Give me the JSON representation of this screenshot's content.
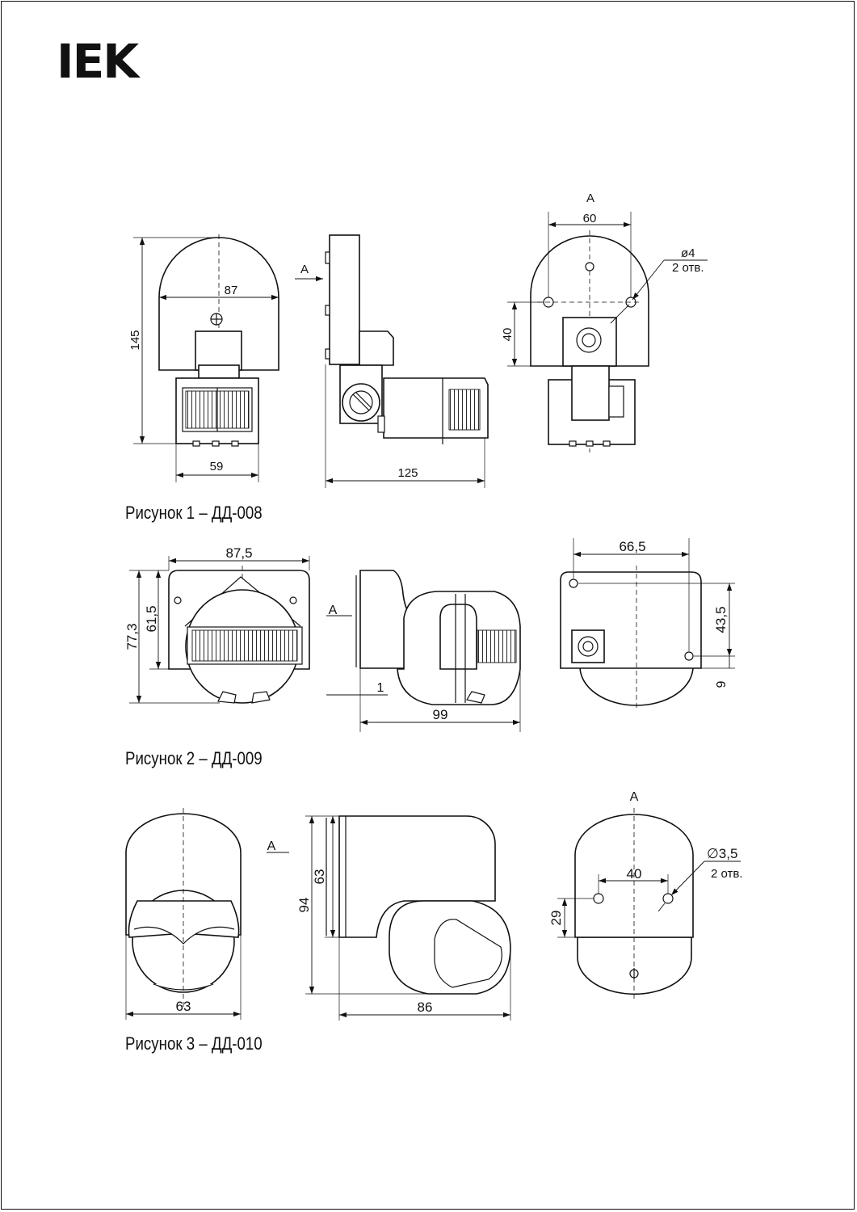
{
  "brand": {
    "logo_text": "IEK"
  },
  "figures": [
    {
      "caption": "Рисунок 1 – ДД-008",
      "view_label": "A",
      "view_mark": "A",
      "dims": {
        "height": "145",
        "width_top": "87",
        "width_base": "59",
        "depth": "125",
        "hole_spacing": "60",
        "hole_offset": "40",
        "hole_spec": "ø4",
        "hole_count": "2 отв."
      }
    },
    {
      "caption": "Рисунок 2 – ДД-009",
      "view_mark": "A",
      "dims": {
        "width": "87,5",
        "height_total": "77,3",
        "height_inner": "61,5",
        "gap": "1",
        "depth": "99",
        "hole_spacing": "66,5",
        "hole_offset": "43,5",
        "bottom": "9"
      }
    },
    {
      "caption": "Рисунок 3 – ДД-010",
      "view_label": "A",
      "view_mark": "A",
      "dims": {
        "width": "63",
        "height_total": "94",
        "height_body": "63",
        "depth": "86",
        "hole_spacing": "40",
        "hole_offset": "29",
        "hole_spec": "∅3,5",
        "hole_count": "2 отв."
      }
    }
  ]
}
